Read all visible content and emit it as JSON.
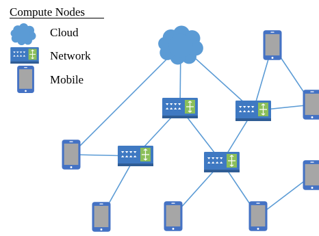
{
  "legend": {
    "title": "Compute Nodes",
    "items": [
      {
        "id": "cloud",
        "label": "Cloud",
        "icon": "cloud-icon"
      },
      {
        "id": "network",
        "label": "Network",
        "icon": "network-switch-icon"
      },
      {
        "id": "mobile",
        "label": "Mobile",
        "icon": "mobile-phone-icon"
      }
    ]
  },
  "colors": {
    "cloud": "#5b9bd5",
    "switch_body": "#3f79c2",
    "switch_dark": "#2f5c94",
    "switch_green": "#8bbf5a",
    "phone_body": "#4472c4",
    "phone_screen": "#a6a6a6",
    "link": "#5b9bd5"
  },
  "diagram": {
    "nodes": [
      {
        "id": "cloud1",
        "type": "cloud"
      },
      {
        "id": "sw1",
        "type": "network"
      },
      {
        "id": "sw2",
        "type": "network"
      },
      {
        "id": "sw3",
        "type": "network"
      },
      {
        "id": "sw4",
        "type": "network"
      },
      {
        "id": "m1",
        "type": "mobile"
      },
      {
        "id": "m2",
        "type": "mobile"
      },
      {
        "id": "m3",
        "type": "mobile"
      },
      {
        "id": "m4",
        "type": "mobile"
      },
      {
        "id": "m5",
        "type": "mobile"
      },
      {
        "id": "m6",
        "type": "mobile"
      },
      {
        "id": "m7",
        "type": "mobile"
      },
      {
        "id": "m8",
        "type": "mobile"
      }
    ],
    "edges": [
      [
        "cloud1",
        "m1"
      ],
      [
        "cloud1",
        "sw1"
      ],
      [
        "cloud1",
        "sw2"
      ],
      [
        "sw1",
        "sw3"
      ],
      [
        "sw1",
        "sw4"
      ],
      [
        "sw2",
        "sw4"
      ],
      [
        "sw2",
        "m6"
      ],
      [
        "sw2",
        "m7"
      ],
      [
        "m6",
        "m7"
      ],
      [
        "m1",
        "sw3"
      ],
      [
        "sw3",
        "m2"
      ],
      [
        "sw4",
        "m3"
      ],
      [
        "sw4",
        "m4"
      ],
      [
        "m4",
        "m8"
      ]
    ]
  }
}
